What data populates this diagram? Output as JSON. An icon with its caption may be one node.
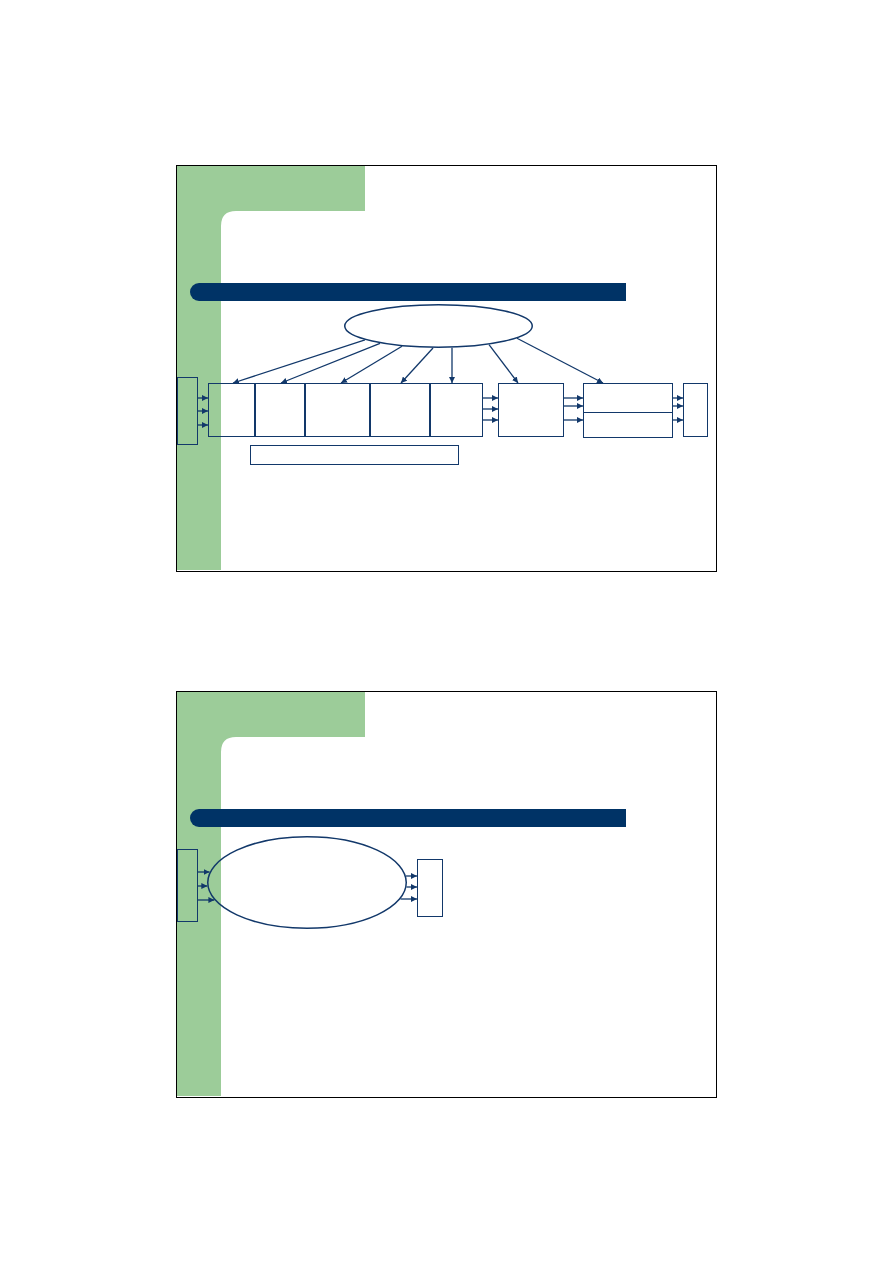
{
  "diagram": {
    "nodes": [
      {
        "text": [],
        "shape": "ellipse"
      },
      {
        "text": [],
        "shape": "box"
      },
      {
        "text": [],
        "shape": "box"
      },
      {
        "text": [],
        "shape": "box"
      },
      {
        "text": [],
        "shape": "box"
      },
      {
        "text": [],
        "shape": "box"
      },
      {
        "text": [],
        "shape": "box"
      },
      {
        "text": [],
        "shape": "box"
      },
      {
        "text": [],
        "shape": "box"
      },
      {
        "text": [],
        "shape": "box"
      },
      {
        "text": [],
        "shape": "box"
      },
      {
        "text": [],
        "shape": "box"
      },
      {
        "text": [],
        "shape": "box"
      },
      {
        "text": [],
        "shape": "ellipse"
      },
      {
        "text": [],
        "shape": "box"
      }
    ],
    "edges": [
      {
        "from": 0,
        "to": 2,
        "arrow": "to"
      },
      {
        "from": 0,
        "to": 3,
        "arrow": "to"
      },
      {
        "from": 0,
        "to": 4,
        "arrow": "to"
      },
      {
        "from": 0,
        "to": 5,
        "arrow": "to"
      },
      {
        "from": 0,
        "to": 6,
        "arrow": "to"
      },
      {
        "from": 0,
        "to": 7,
        "arrow": "to"
      },
      {
        "from": 0,
        "to": 8,
        "arrow": "to"
      },
      {
        "from": 1,
        "to": 2,
        "arrow": "to"
      },
      {
        "from": 1,
        "to": 2,
        "arrow": "to"
      },
      {
        "from": 1,
        "to": 2,
        "arrow": "to"
      },
      {
        "from": 6,
        "to": 7,
        "arrow": "to"
      },
      {
        "from": 6,
        "to": 7,
        "arrow": "to"
      },
      {
        "from": 6,
        "to": 7,
        "arrow": "to"
      },
      {
        "from": 7,
        "to": 8,
        "arrow": "to"
      },
      {
        "from": 7,
        "to": 8,
        "arrow": "to"
      },
      {
        "from": 7,
        "to": 9,
        "arrow": "to"
      },
      {
        "from": 8,
        "to": 10,
        "arrow": "to"
      },
      {
        "from": 8,
        "to": 10,
        "arrow": "to"
      },
      {
        "from": 9,
        "to": 10,
        "arrow": "to"
      },
      {
        "from": 12,
        "to": 13,
        "arrow": "to"
      },
      {
        "from": 12,
        "to": 13,
        "arrow": "to"
      },
      {
        "from": 12,
        "to": 13,
        "arrow": "to"
      },
      {
        "from": 13,
        "to": 14,
        "arrow": "to"
      },
      {
        "from": 13,
        "to": 14,
        "arrow": "to"
      },
      {
        "from": 13,
        "to": 14,
        "arrow": "to"
      }
    ]
  }
}
